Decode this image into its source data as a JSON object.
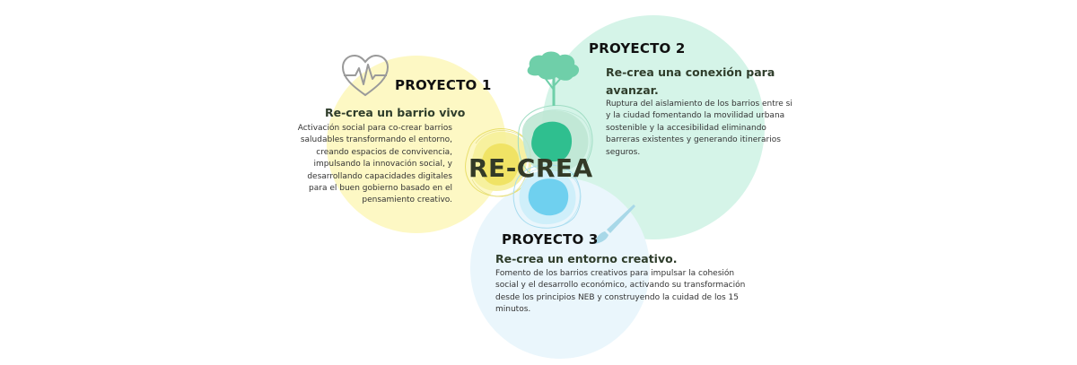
{
  "brand": "RE-CREA",
  "projects": [
    {
      "title": "PROYECTO 1",
      "subtitle": "Re-crea un barrio vivo",
      "body_lines": [
        "Activación social para co-crear barrios",
        "saludables transformando el entorno,",
        "creando espacios de convivencia,",
        "impulsando la innovación social, y",
        "desarrollando capacidades digitales",
        "para el buen gobierno basado en el",
        "pensamiento creativo."
      ],
      "icon": "heart-pulse-icon",
      "color": "#fdf8c4"
    },
    {
      "title": "PROYECTO 2",
      "subtitle_lines": [
        "Re-crea una conexión para",
        "avanzar."
      ],
      "body_lines": [
        "Ruptura del aislamiento de los barrios entre si",
        "y la ciudad fomentando la movilidad urbana",
        "sostenible y la accesibilidad eliminando",
        "barreras existentes y generando itinerarios",
        "seguros."
      ],
      "icon": "tree-icon",
      "color": "#d5f4e8"
    },
    {
      "title": "PROYECTO 3",
      "subtitle": "Re-crea un entorno creativo.",
      "body_lines": [
        "Fomento de los barrios creativos para impulsar la cohesión",
        "social y el desarrollo económico, activando su transformación",
        "desde los principios NEB y construyendo la cuidad de los 15",
        "minutos."
      ],
      "icon": "paintbrush-icon",
      "color": "#eaf6fc"
    }
  ]
}
